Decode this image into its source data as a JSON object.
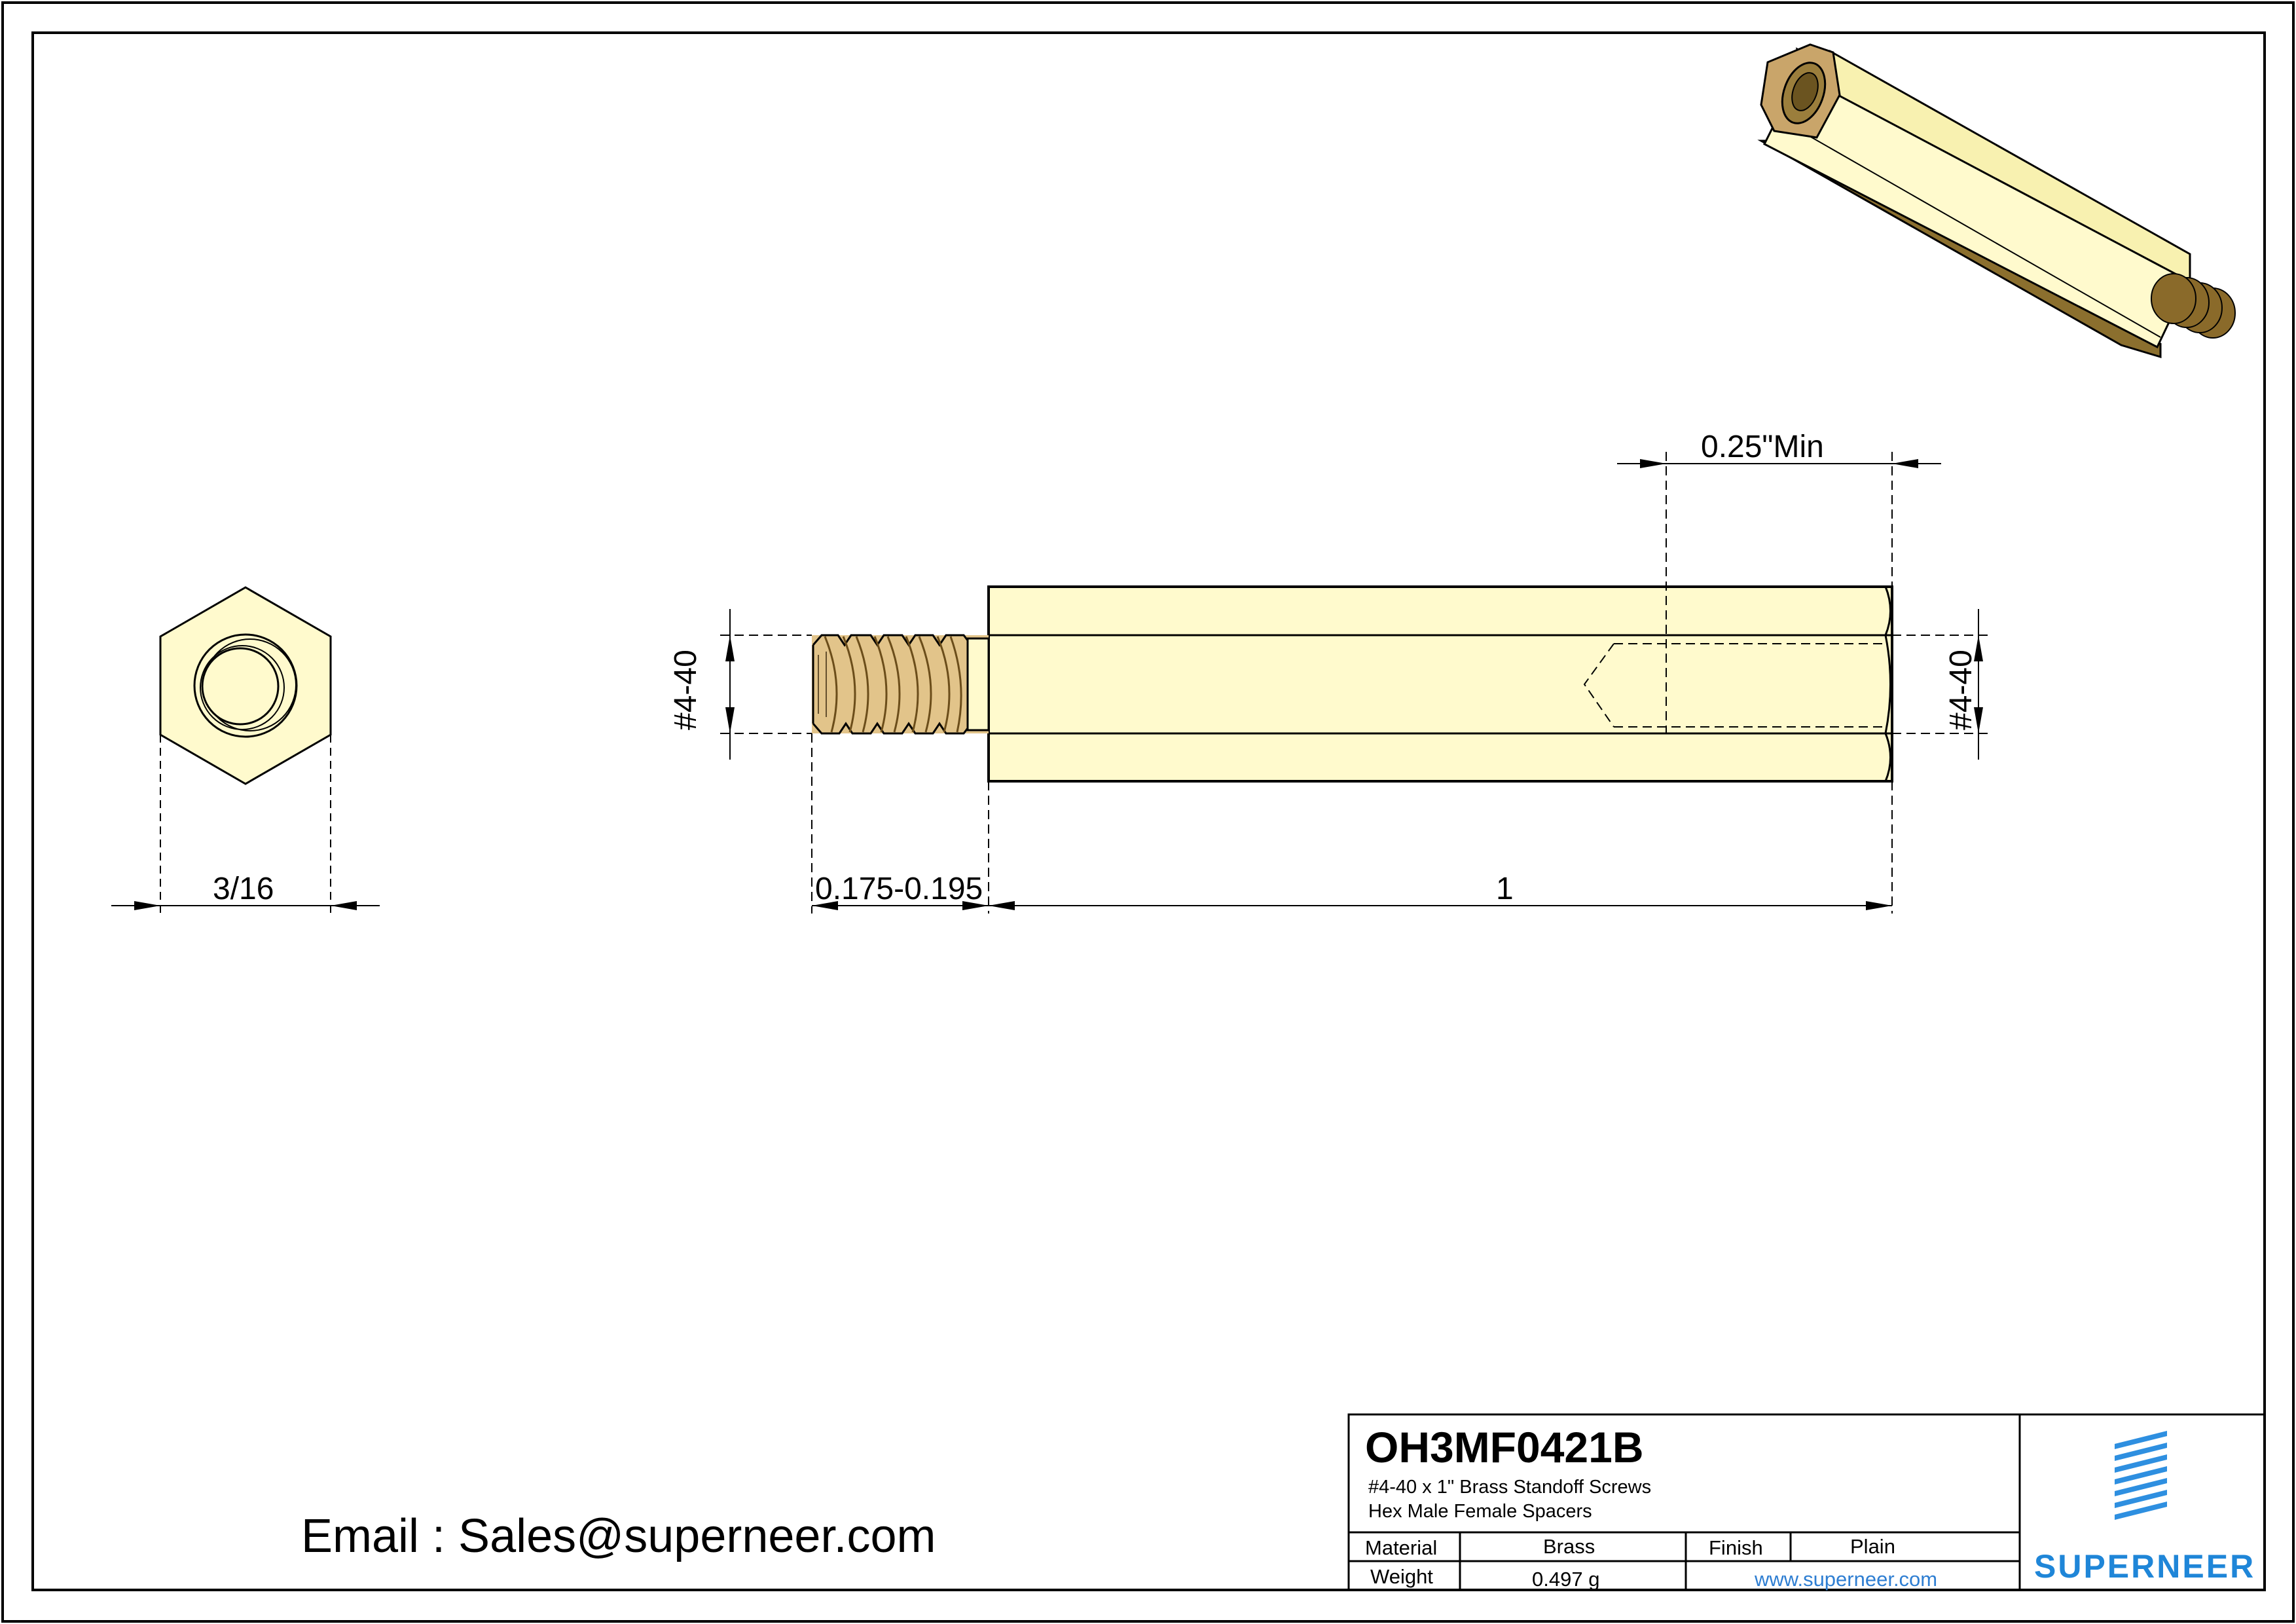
{
  "part": {
    "number": "OH3MF0421B",
    "description_line1": "#4-40 x 1\" Brass Standoff Screws",
    "description_line2": "Hex Male Female Spacers"
  },
  "table": {
    "material_label": "Material",
    "material_value": "Brass",
    "finish_label": "Finish",
    "finish_value": "Plain",
    "weight_label": "Weight",
    "weight_value": "0.497 g",
    "website": "www.superneer.com"
  },
  "brand": {
    "name": "SUPERNEER",
    "color": "#1f86d8"
  },
  "contact": {
    "email_text": "Email : Sales@superneer.com"
  },
  "dimensions": {
    "hex_width": "3/16",
    "thread_length": "0.175-0.195",
    "body_length": "1",
    "thread_depth": "0.25\"Min",
    "thread_left": "#4-40",
    "thread_right": "#4-40"
  },
  "colors": {
    "brass_body": "#fffacd",
    "brass_dark": "#8b6f2e",
    "brass_light": "#f3eba2",
    "thread": "#c9a56a",
    "line": "#000000"
  }
}
